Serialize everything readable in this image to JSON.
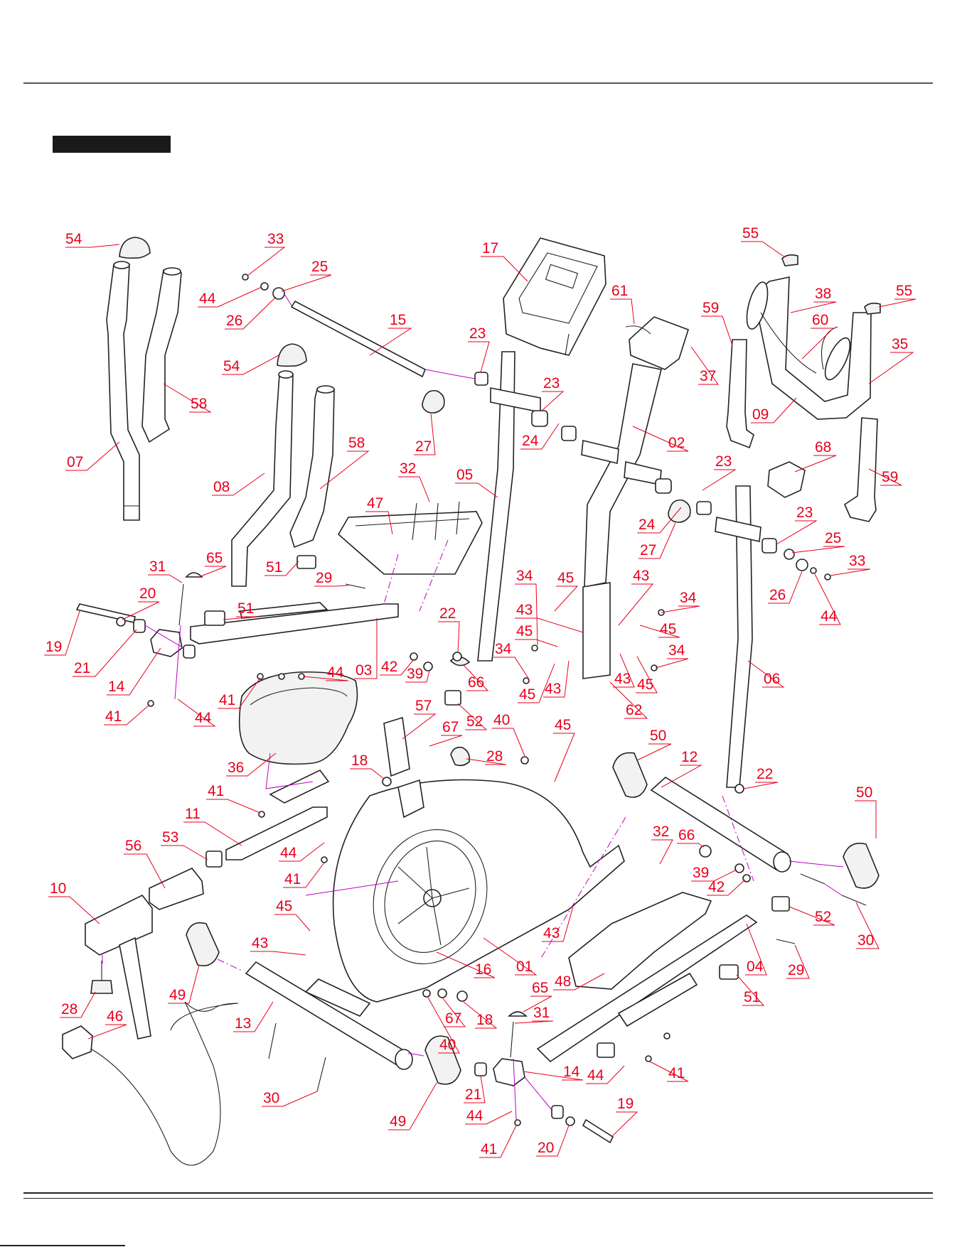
{
  "header": {},
  "diagram": {
    "type": "exploded-parts-diagram",
    "label_color": "#e8001c",
    "leader_color": "#e8001c",
    "assembly_line_color": "#c000c0",
    "labels": [
      "54",
      "33",
      "25",
      "44",
      "26",
      "15",
      "17",
      "61",
      "55",
      "38",
      "55",
      "60",
      "35",
      "59",
      "09",
      "37",
      "23",
      "02",
      "58",
      "07",
      "54",
      "58",
      "08",
      "23",
      "24",
      "27",
      "05",
      "32",
      "47",
      "23",
      "68",
      "59",
      "24",
      "27",
      "23",
      "25",
      "33",
      "26",
      "44",
      "65",
      "51",
      "29",
      "31",
      "20",
      "19",
      "21",
      "14",
      "51",
      "03",
      "42",
      "39",
      "22",
      "66",
      "34",
      "45",
      "43",
      "45",
      "34",
      "45",
      "43",
      "43",
      "34",
      "45",
      "34",
      "43",
      "45",
      "62",
      "06",
      "41",
      "44",
      "41",
      "44",
      "36",
      "57",
      "52",
      "67",
      "40",
      "45",
      "28",
      "50",
      "12",
      "22",
      "50",
      "18",
      "41",
      "11",
      "44",
      "41",
      "53",
      "56",
      "66",
      "32",
      "39",
      "42",
      "10",
      "45",
      "43",
      "43",
      "16",
      "01",
      "48",
      "52",
      "04",
      "29",
      "30",
      "51",
      "49",
      "28",
      "46",
      "13",
      "65",
      "40",
      "67",
      "18",
      "31",
      "21",
      "14",
      "44",
      "41",
      "30",
      "49",
      "44",
      "41",
      "20",
      "19"
    ]
  }
}
